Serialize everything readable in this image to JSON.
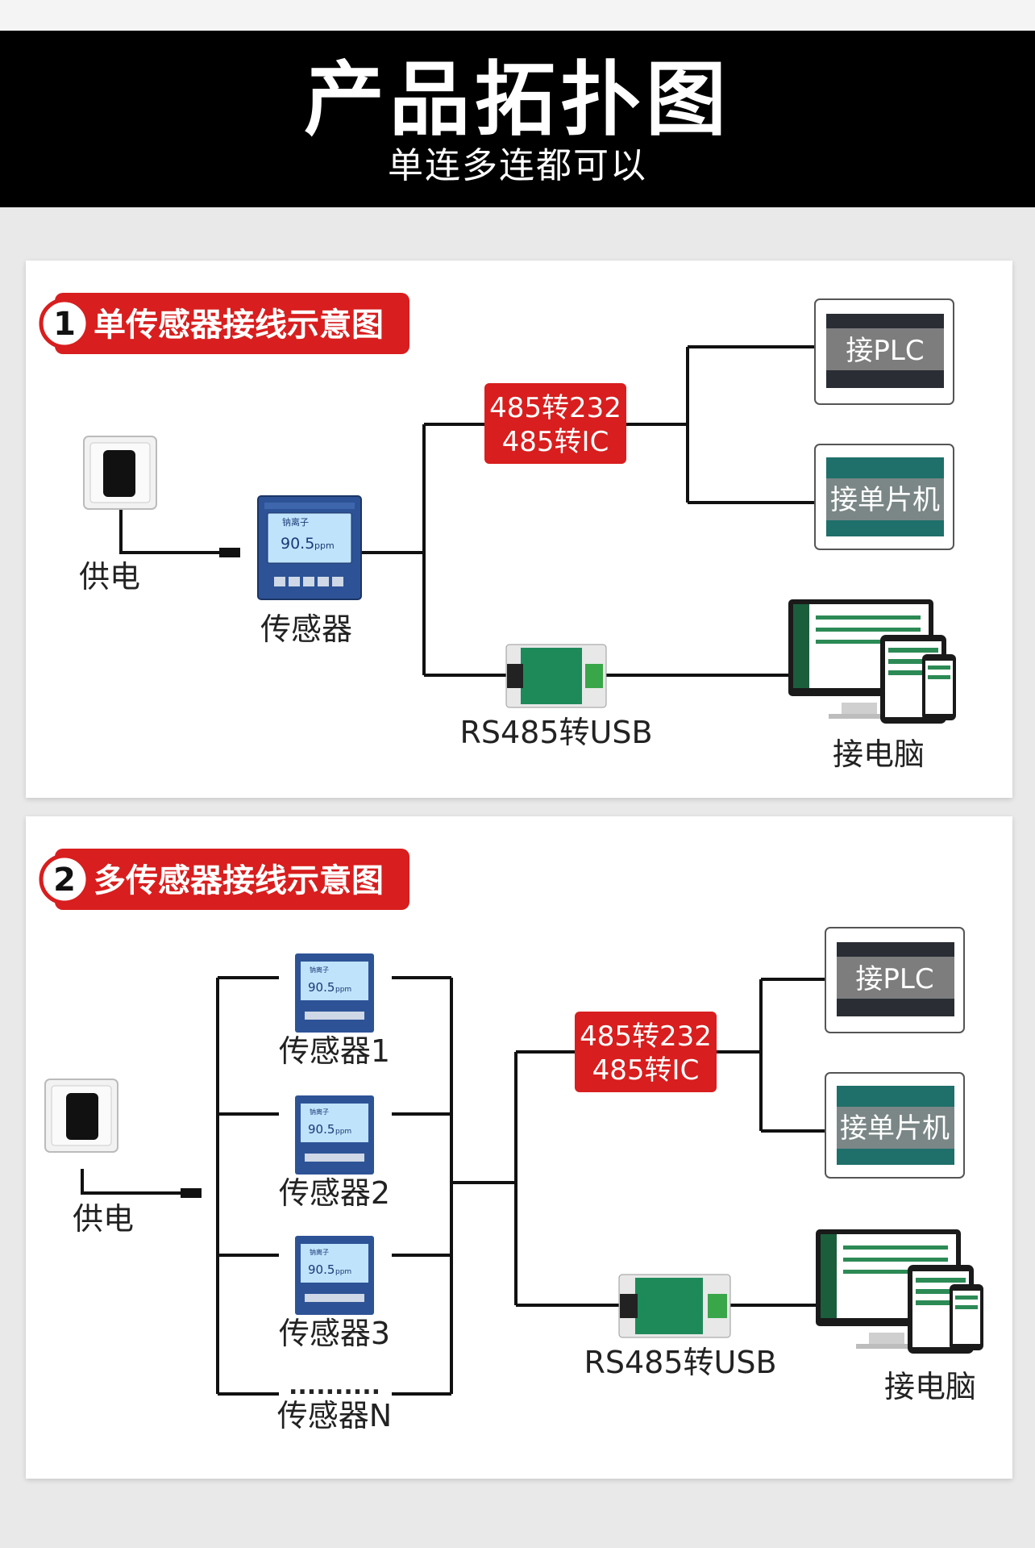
{
  "header": {
    "title": "产品拓扑图",
    "subtitle": "单连多连都可以"
  },
  "colors": {
    "accent_red": "#d81e1e",
    "header_bg": "#000000",
    "panel_bg": "#ffffff",
    "page_bg": "#e9e9e9"
  },
  "section1": {
    "number": "1",
    "title": "单传感器接线示意图",
    "power_label": "供电",
    "sensor_label": "传感器",
    "converter_line1": "485转232",
    "converter_line2": "485转IC",
    "plc_label": "接PLC",
    "mcu_label": "接单片机",
    "usb_label": "RS485转USB",
    "pc_label": "接电脑",
    "device_screen_title": "钠离子",
    "device_reading": "90.5",
    "device_unit": "ppm"
  },
  "section2": {
    "number": "2",
    "title": "多传感器接线示意图",
    "power_label": "供电",
    "sensor_labels": [
      "传感器1",
      "传感器2",
      "传感器3"
    ],
    "sensor_n_dots": "..........",
    "sensor_n_label": "传感器N",
    "converter_line1": "485转232",
    "converter_line2": "485转IC",
    "plc_label": "接PLC",
    "mcu_label": "接单片机",
    "usb_label": "RS485转USB",
    "pc_label": "接电脑",
    "device_screen_title": "钠离子",
    "device_reading": "90.5",
    "device_unit": "ppm"
  }
}
